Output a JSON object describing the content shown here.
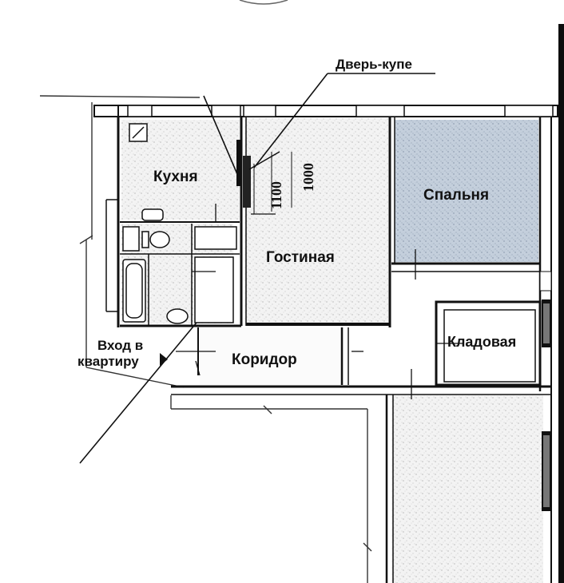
{
  "annotation": {
    "sliding_door": "Дверь-купе"
  },
  "dimensions": {
    "d1100": "1100",
    "d1000": "1000"
  },
  "rooms": {
    "kitchen": "Кухня",
    "bedroom": "Спальня",
    "living_room": "Гостиная",
    "storage": "Кладовая",
    "corridor": "Коридор"
  },
  "entrance": {
    "line1": "Вход в",
    "line2": "квартиру"
  },
  "colors": {
    "wall": "#111111",
    "bedroom_fill": "#b9c6d6",
    "texture_fill": "#e7e7e7",
    "line": "#222222"
  }
}
